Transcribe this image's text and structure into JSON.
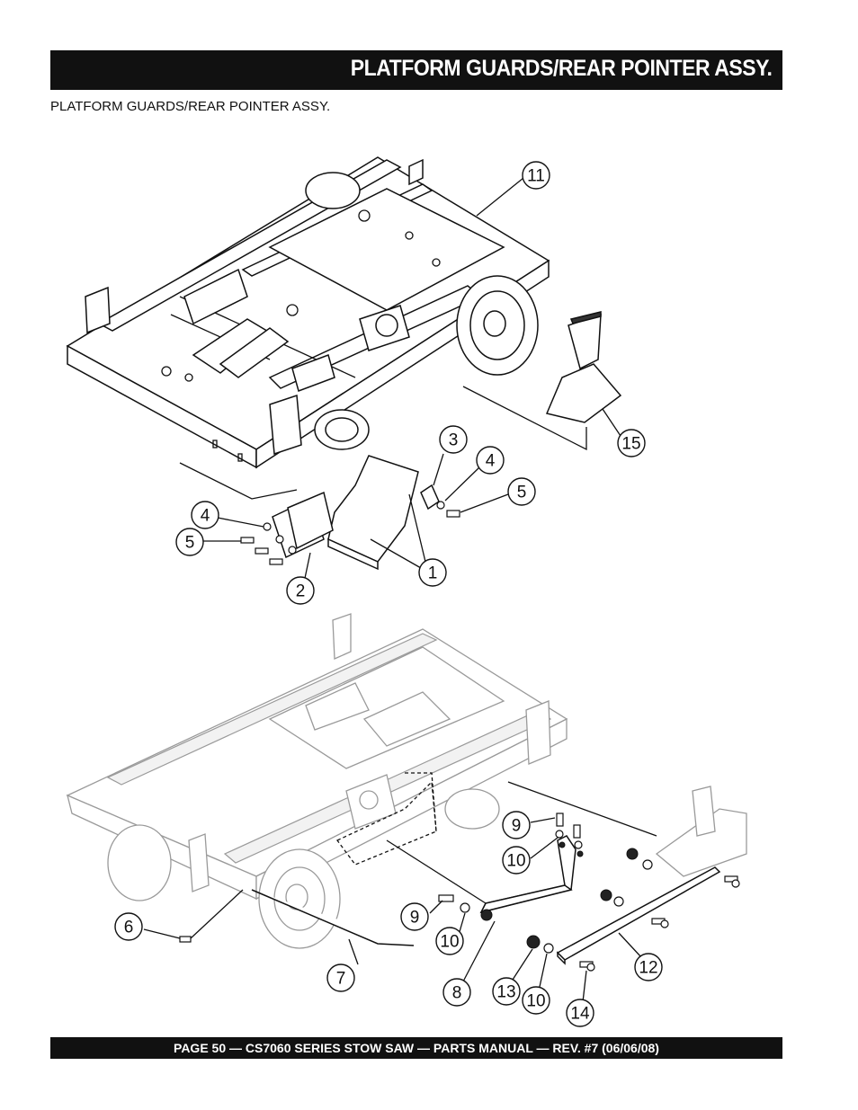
{
  "header": {
    "title": "PLATFORM GUARDS/REAR POINTER ASSY."
  },
  "subtitle": "PLATFORM GUARDS/REAR POINTER ASSY.",
  "footer": {
    "text": "PAGE 50 — CS7060 SERIES STOW SAW — PARTS MANUAL — REV. #7 (06/06/08)"
  },
  "callouts": {
    "c11": "11",
    "c15": "15",
    "c3": "3",
    "c4a": "4",
    "c5a": "5",
    "c4b": "4",
    "c5b": "5",
    "c1": "1",
    "c2": "2",
    "c9a": "9",
    "c10a": "10",
    "c9b": "9",
    "c10b": "10",
    "c6": "6",
    "c7": "7",
    "c8": "8",
    "c13": "13",
    "c10c": "10",
    "c14": "14",
    "c12": "12"
  },
  "colors": {
    "bar": "#111111",
    "ghost": "#9a9a9a"
  }
}
